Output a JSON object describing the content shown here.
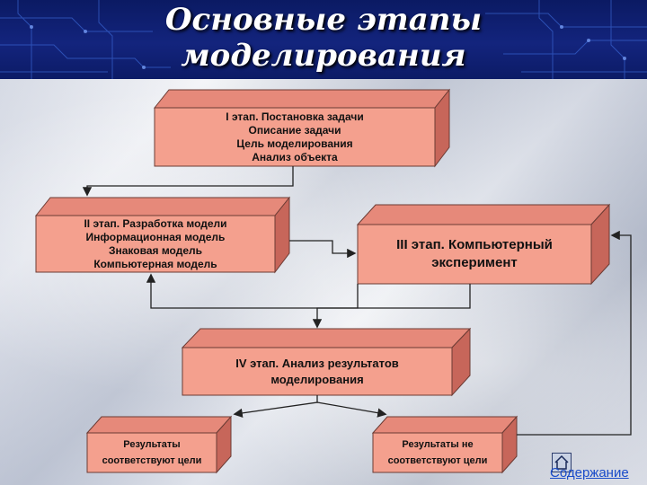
{
  "title": {
    "line1": "Основные этапы",
    "line2": "моделирования"
  },
  "colors": {
    "box_front": "#f4a08e",
    "box_top": "#e6897a",
    "box_side": "#c7665a",
    "box_border": "#6b3b34",
    "connector": "#222222",
    "header_bg": "#13247d"
  },
  "stage1": {
    "lines": [
      "I этап. Постановка задачи",
      "Описание задачи",
      "Цель моделирования",
      "Анализ объекта"
    ]
  },
  "stage2": {
    "lines": [
      "II этап. Разработка модели",
      "Информационная модель",
      "Знаковая модель",
      "Компьютерная модель"
    ]
  },
  "stage3": {
    "lines": [
      "III этап. Компьютерный",
      "эксперимент"
    ]
  },
  "stage4": {
    "lines": [
      "IV этап. Анализ результатов",
      "моделирования"
    ]
  },
  "result_ok": {
    "lines": [
      "Результаты",
      "соответствуют цели"
    ]
  },
  "result_fail": {
    "lines": [
      "Результаты не",
      "соответствуют цели"
    ]
  },
  "nav": {
    "label": "Содержание",
    "icon": "home-icon"
  }
}
